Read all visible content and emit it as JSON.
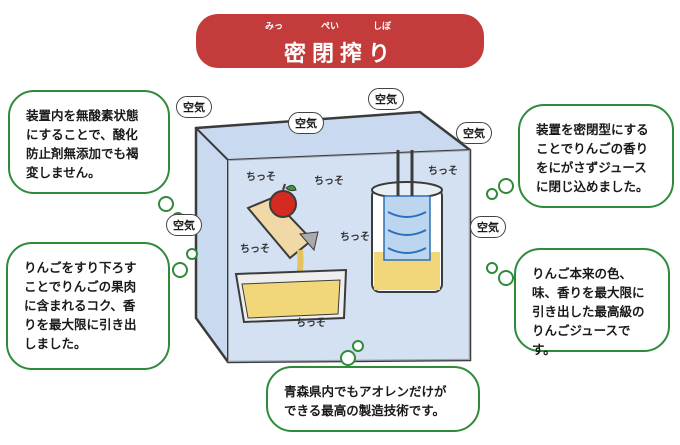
{
  "title": {
    "text": "密閉搾り",
    "ruby": [
      "みっ",
      "ぺい",
      "しぼ"
    ]
  },
  "notes": {
    "top_left": [
      "装置内を無酸素状態",
      "にすることで、酸化",
      "防止剤無添加でも褐",
      "変しません。"
    ],
    "bottom_left": [
      "りんごをすり下ろす",
      "ことでりんごの果肉",
      "に含まれるコク、香",
      "りを最大限に引き出",
      "しました。"
    ],
    "top_right": [
      "装置を密閉型にする",
      "ことでりんごの香り",
      "をにがさずジュース",
      "に閉じ込めました。"
    ],
    "bottom_right": [
      "りんご本来の色、",
      "味、香りを最大限に",
      "引き出した最高級の",
      "りんごジュースです。"
    ],
    "bottom_center": [
      "青森県内でもアオレンだけが",
      "できる最高の製造技術です。"
    ]
  },
  "labels": {
    "air": "空気",
    "sound": "ちっそ"
  },
  "colors": {
    "title_bg": "#c33b3b",
    "cloud_border": "#2f8a3a",
    "box": "#c9d9ef",
    "juice": "#f1d77a",
    "apple": "#d42a22"
  }
}
